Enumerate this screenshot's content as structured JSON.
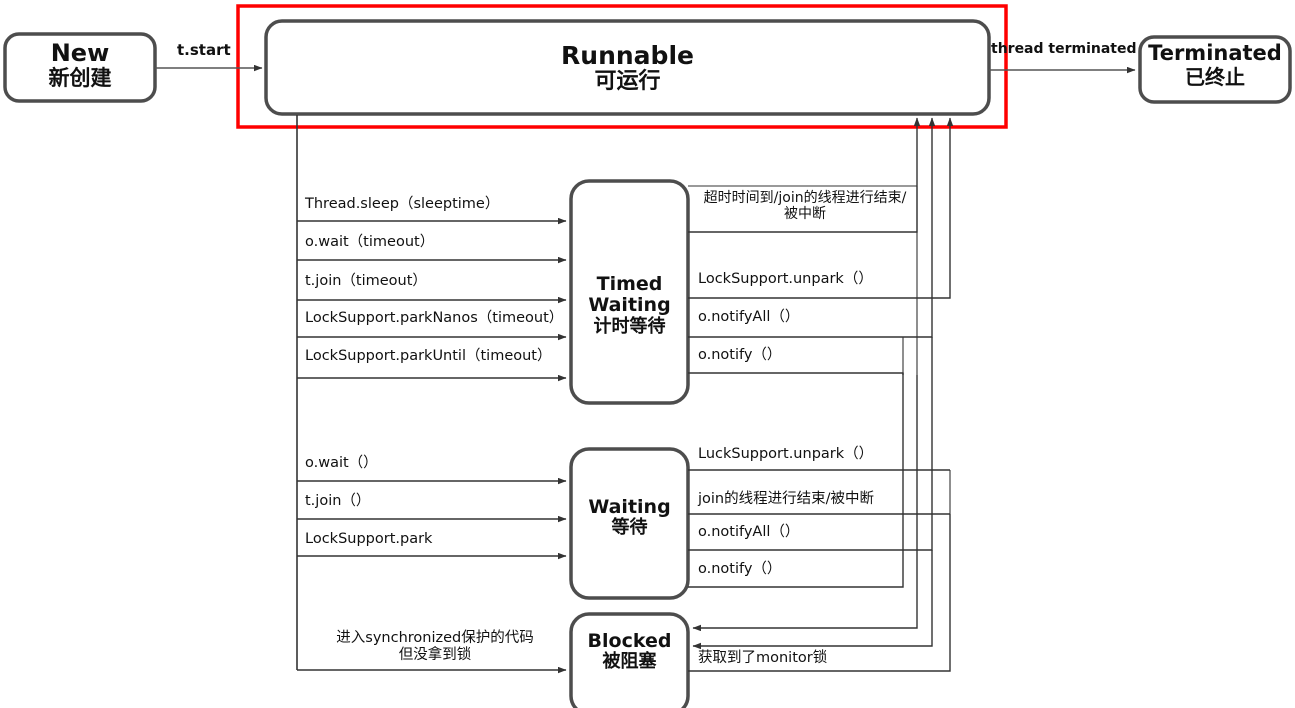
{
  "diagram": {
    "title": "Java Thread State Transition Diagram",
    "highlight_color": "#FF0000",
    "box_border_color": "#4d4d4d",
    "line_color": "#4d4d4d"
  },
  "states": {
    "new": {
      "en": "New",
      "zh": "新创建"
    },
    "runnable": {
      "en": "Runnable",
      "zh": "可运行"
    },
    "terminated": {
      "en": "Terminated",
      "zh": "已终止"
    },
    "timed_waiting": {
      "en": "Timed",
      "en2": "Waiting",
      "zh": "计时等待"
    },
    "waiting": {
      "en": "Waiting",
      "zh": "等待"
    },
    "blocked": {
      "en": "Blocked",
      "zh": "被阻塞"
    }
  },
  "transitions": {
    "start": "t.start",
    "terminated": "thread terminated",
    "to_timed_waiting": [
      "Thread.sleep（sleeptime）",
      "o.wait（timeout）",
      "t.join（timeout）",
      "LockSupport.parkNanos（timeout）",
      "LockSupport.parkUntil（timeout）"
    ],
    "from_timed_waiting": [
      {
        "line1": "超时时间到/join的线程进行结束/",
        "line2": "被中断"
      },
      {
        "line1": "LockSupport.unpark（）",
        "line2": ""
      },
      {
        "line1": "o.notifyAll（）",
        "line2": ""
      },
      {
        "line1": "o.notify（）",
        "line2": ""
      }
    ],
    "to_waiting": [
      "o.wait（）",
      "t.join（）",
      "LockSupport.park"
    ],
    "from_waiting": [
      "LuckSupport.unpark（）",
      "join的线程进行结束/被中断",
      "o.notifyAll（）",
      "o.notify（）"
    ],
    "to_blocked": {
      "line1": "进入synchronized保护的代码",
      "line2": "但没拿到锁"
    },
    "from_blocked": "获取到了monitor锁"
  }
}
